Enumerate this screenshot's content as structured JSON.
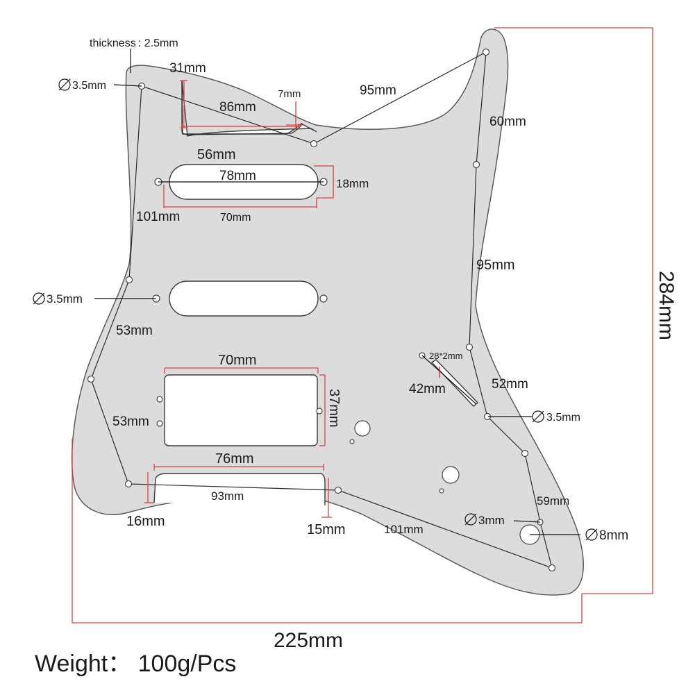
{
  "labels": {
    "thickness": "thickness : 2.5mm",
    "d35_top": "3.5mm",
    "d35_mid": "3.5mm",
    "d35_right": "3.5mm",
    "d3": "3mm",
    "d8": "8mm",
    "m31": "31mm",
    "m7": "7mm",
    "m86": "86mm",
    "m95_top": "95mm",
    "m60": "60mm",
    "m56": "56mm",
    "m78": "78mm",
    "m18": "18mm",
    "m101_left": "101mm",
    "m70_small": "70mm",
    "m95_right": "95mm",
    "m53_upper": "53mm",
    "m70_hb": "70mm",
    "m37": "37mm",
    "m53_lower": "53mm",
    "m28x2": "28*2mm",
    "m42": "42mm",
    "m52": "52mm",
    "m76": "76mm",
    "m93": "93mm",
    "m16": "16mm",
    "m15": "15mm",
    "m101_bottom": "101mm",
    "m59": "59mm",
    "m284": "284mm",
    "m225": "225mm"
  },
  "weight": "Weight： 100g/Pcs",
  "colors": {
    "plate": "#dcdcdc",
    "dimension_red": "#e0403f",
    "wire": "#2a2a2a"
  }
}
